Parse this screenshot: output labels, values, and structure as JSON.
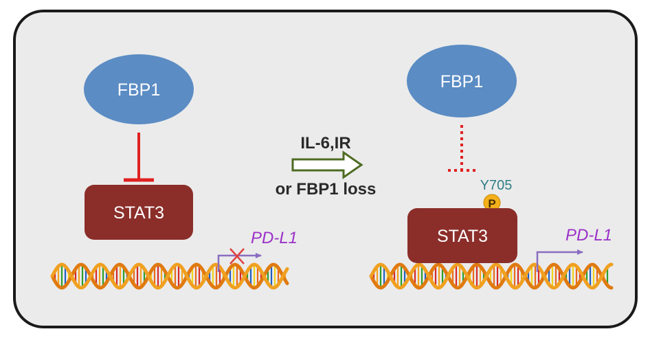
{
  "left": {
    "node_top": "FBP1",
    "node_bottom": "STAT3",
    "gene": "PD-L1"
  },
  "transition": {
    "line1": "IL-6,IR",
    "line2": "or FBP1 loss"
  },
  "right": {
    "node_top": "FBP1",
    "node_bottom": "STAT3",
    "site": "Y705",
    "phospho": "P",
    "gene": "PD-L1"
  },
  "colors": {
    "panel_fill": "#ebebeb",
    "panel_border": "#1a1a1a",
    "ellipse": "#5b8cc4",
    "stat3": "#8b2e2a",
    "inhibit": "#e02020",
    "gene_text": "#9b30c8",
    "tss_arrow": "#8a6dc2",
    "arrow_outline": "#4d6b22",
    "phospho": "#f3b01b",
    "site_text": "#2f7f86"
  }
}
